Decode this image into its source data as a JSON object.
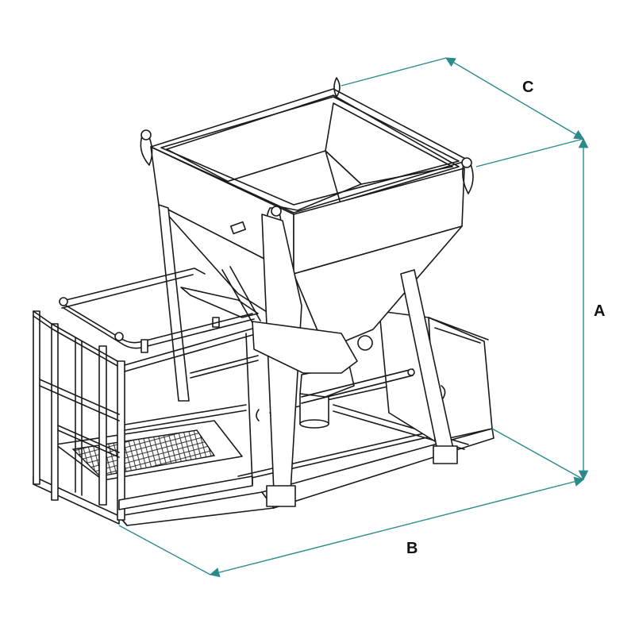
{
  "dimensions": {
    "height_label": "A",
    "width_label": "B",
    "depth_label": "C"
  },
  "colors": {
    "dimension_line": "#2a8a8a",
    "ink": "#1a1a1a",
    "background": "#ffffff"
  },
  "icons": [
    "arrowhead"
  ]
}
